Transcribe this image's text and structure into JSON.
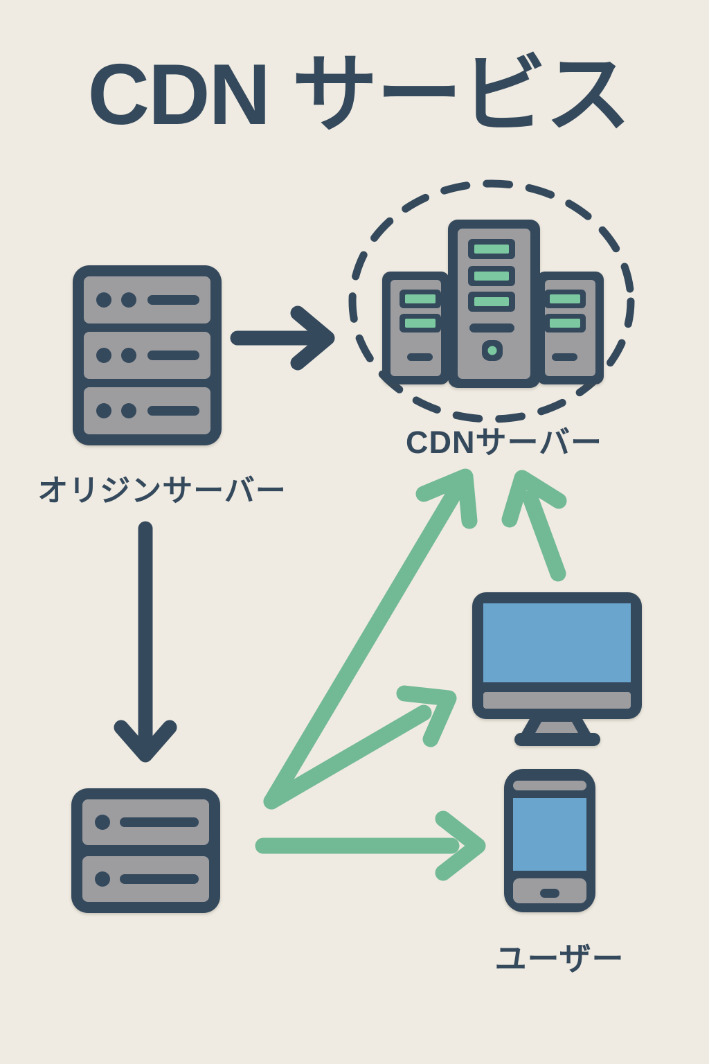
{
  "title": "CDN サービス",
  "colors": {
    "bg": "#efebe2",
    "ink": "#35495c",
    "green": "#72b996",
    "green_light": "#7cc9a1",
    "gray": "#9d9da0",
    "blue": "#6aa5ce"
  },
  "nodes": {
    "origin_server": {
      "label": "オリジンサーバー",
      "type": "server-rack-3u"
    },
    "cdn_server": {
      "label": "CDNサーバー",
      "type": "server-cluster-in-dashed-circle"
    },
    "edge_server": {
      "label": "",
      "type": "server-rack-2u"
    },
    "user": {
      "label": "ユーザー",
      "devices": [
        "desktop-monitor",
        "smartphone"
      ]
    }
  },
  "edges": [
    {
      "from": "origin-server",
      "to": "cdn-server",
      "style": "dark"
    },
    {
      "from": "origin-server",
      "to": "edge-server",
      "style": "dark"
    },
    {
      "from": "edge-server",
      "to": "cdn-server",
      "style": "green"
    },
    {
      "from": "edge-server",
      "to": "user-desktop",
      "style": "green"
    },
    {
      "from": "edge-server",
      "to": "user-smartphone",
      "style": "green"
    },
    {
      "from": "user-desktop",
      "to": "cdn-server",
      "style": "green"
    }
  ]
}
